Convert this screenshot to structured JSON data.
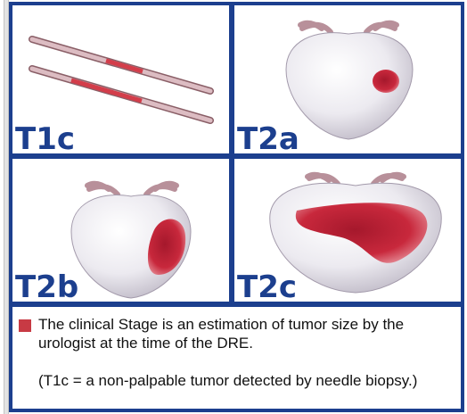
{
  "stages": [
    {
      "label": "T1c",
      "depiction": "needle-biopsy-cores"
    },
    {
      "label": "T2a",
      "depiction": "prostate-small-tumor"
    },
    {
      "label": "T2b",
      "depiction": "prostate-medium-tumor"
    },
    {
      "label": "T2c",
      "depiction": "prostate-large-tumor"
    }
  ],
  "note": {
    "bullet_color": "#c83a44",
    "line1": "The clinical Stage is an estimation of tumor size by the urologist at the time of the DRE.",
    "line2": "(T1c = a non-palpable tumor detected by needle biopsy.)"
  },
  "colors": {
    "frame": "#1c3f8e",
    "label": "#1c3f8e",
    "tumor": "#c8283c"
  }
}
